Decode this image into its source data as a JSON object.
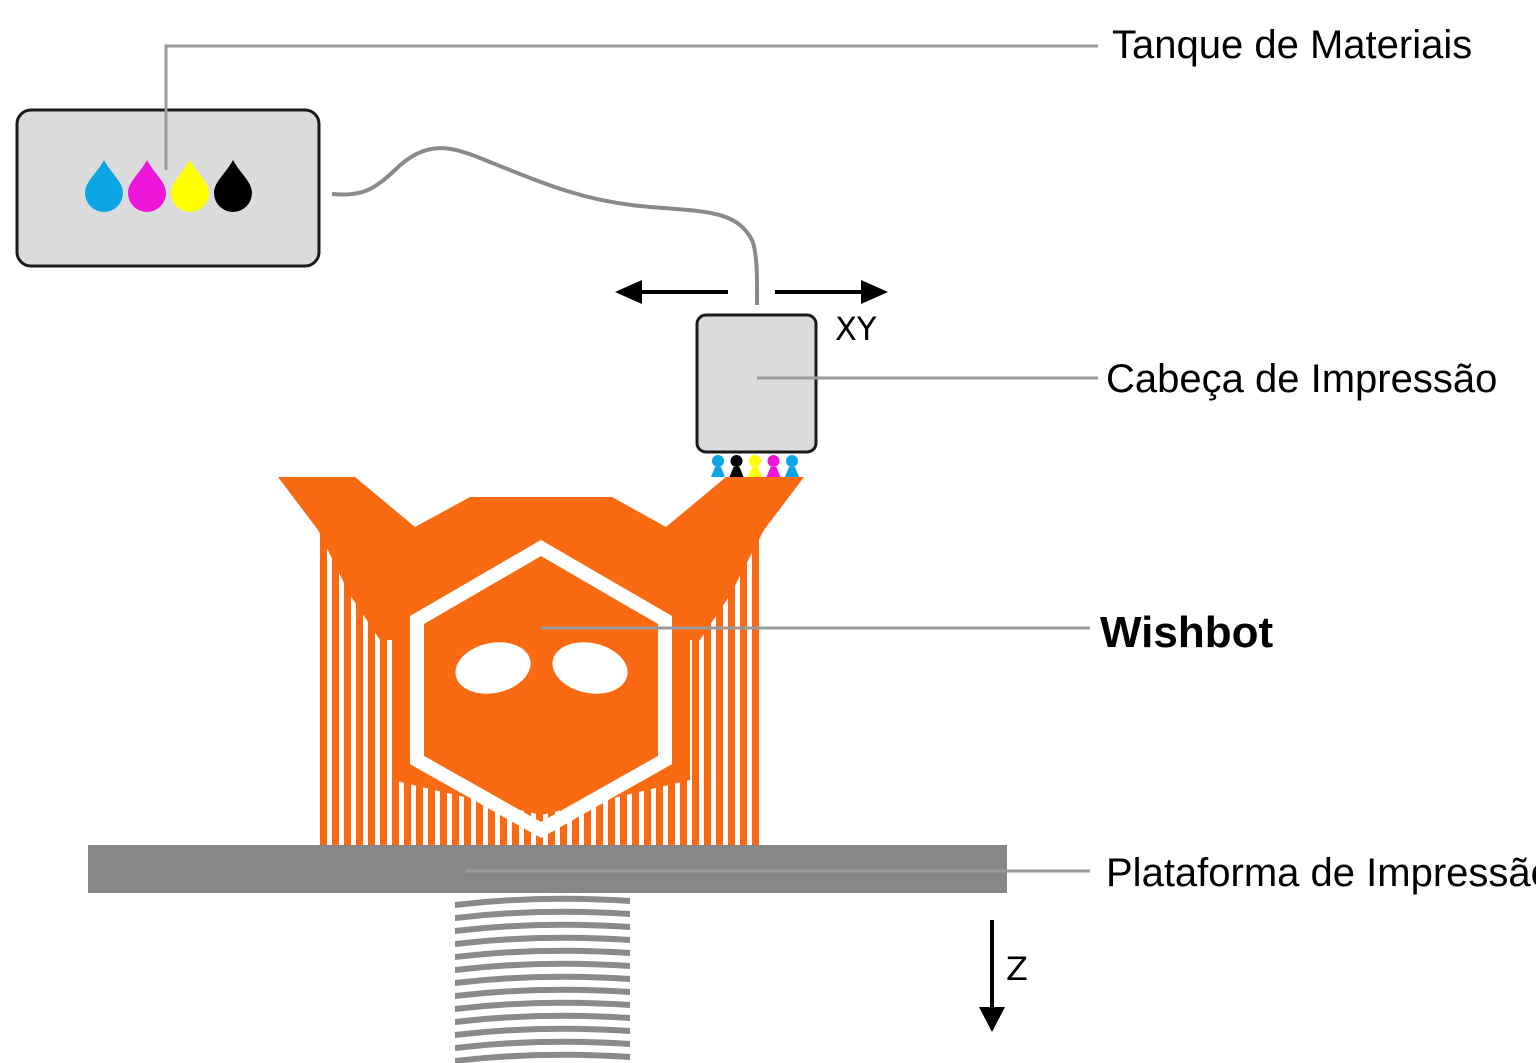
{
  "labels": {
    "tank": "Tanque de Materiais",
    "head": "Cabeça de Impressão",
    "model": "Wishbot",
    "platform": "Plataforma de Impressão"
  },
  "axes": {
    "xy": "XY",
    "z": "Z"
  },
  "colors": {
    "cyan": "#0AA5E2",
    "magenta": "#EE16D8",
    "yellow": "#FFFF00",
    "black": "#000000",
    "orange": "#F96A12",
    "platform": "#878787",
    "tank_fill": "#DBDBDB",
    "leader": "#9A9A9A"
  },
  "ink_drops": [
    "cyan",
    "magenta",
    "yellow",
    "black"
  ],
  "nozzle_drops": [
    "cyan",
    "black",
    "yellow",
    "magenta",
    "cyan"
  ]
}
